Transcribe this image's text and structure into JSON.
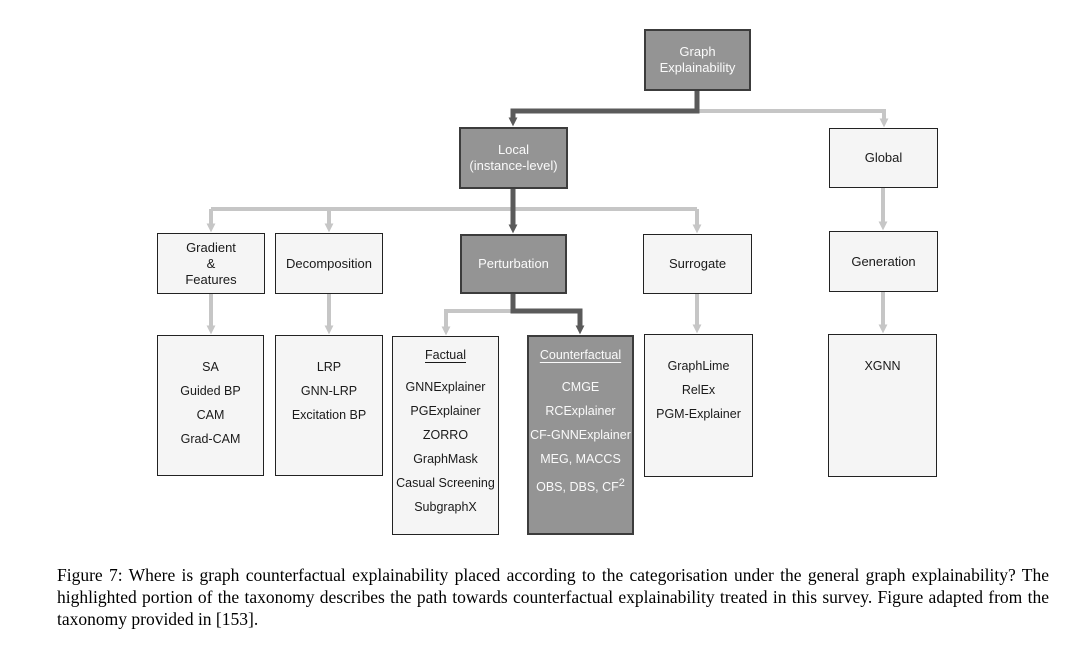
{
  "figure": {
    "caption": "Figure 7: Where is graph counterfactual explainability placed according to the categorisation under the general graph explainability? The highlighted portion of the taxonomy describes the path towards counterfactual explainability treated in this survey. Figure adapted from the taxonomy provided in [153]."
  },
  "colors": {
    "highlight_fill": "#949494",
    "highlight_border": "#3c3c3c",
    "normal_fill": "#f5f5f5",
    "normal_border": "#222222",
    "dark_arrow": "#5a5a5a",
    "light_arrow": "#c6c6c6"
  },
  "diagram": {
    "nodes": {
      "graph_explainability": {
        "lines": [
          "Graph",
          "Explainability"
        ],
        "highlighted": true
      },
      "local": {
        "lines": [
          "Local",
          "(instance-level)"
        ],
        "highlighted": true
      },
      "global": {
        "lines": [
          "Global"
        ],
        "highlighted": false
      },
      "gradient_features": {
        "lines": [
          "Gradient",
          "&",
          "Features"
        ],
        "highlighted": false
      },
      "decomposition": {
        "lines": [
          "Decomposition"
        ],
        "highlighted": false
      },
      "perturbation": {
        "lines": [
          "Perturbation"
        ],
        "highlighted": true
      },
      "surrogate": {
        "lines": [
          "Surrogate"
        ],
        "highlighted": false
      },
      "generation": {
        "lines": [
          "Generation"
        ],
        "highlighted": false
      }
    },
    "leaf_boxes": {
      "gradient_methods": {
        "items": [
          "SA",
          "Guided BP",
          "CAM",
          "Grad-CAM"
        ]
      },
      "decomposition_methods": {
        "items": [
          "LRP",
          "GNN-LRP",
          "Excitation BP"
        ]
      },
      "factual": {
        "title": "Factual",
        "items": [
          "GNNExplainer",
          "PGExplainer",
          "ZORRO",
          "GraphMask",
          "Casual Screening",
          "SubgraphX"
        ]
      },
      "counterfactual": {
        "title": "Counterfactual",
        "items": [
          "CMGE",
          "RCExplainer",
          "CF-GNNExplainer",
          "MEG, MACCS"
        ],
        "last_item_base": "OBS, DBS, CF",
        "last_item_sup": "2",
        "highlighted": true
      },
      "surrogate_methods": {
        "items": [
          "GraphLime",
          "RelEx",
          "PGM-Explainer"
        ]
      },
      "generation_methods": {
        "items": [
          "XGNN"
        ]
      }
    }
  }
}
